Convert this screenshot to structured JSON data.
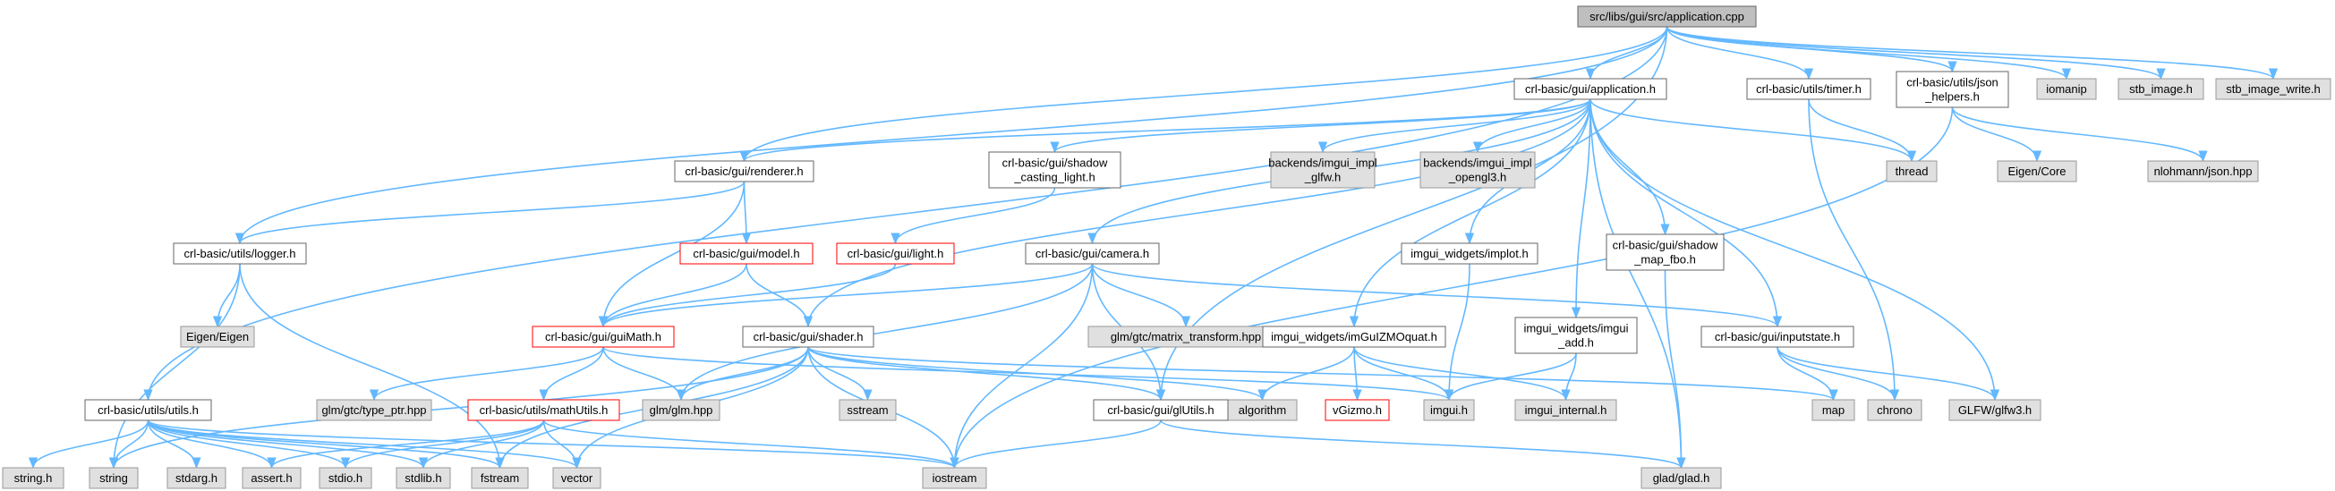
{
  "title": "src/libs/gui/src/application.cpp",
  "colors": {
    "edge": "#63b8ff",
    "root_fill": "#bfbfbf",
    "doc_fill": "#ffffff",
    "doc_border": "#666666",
    "system_fill": "#e0e0e0",
    "system_border": "#999999",
    "missing_border": "#ff0000"
  },
  "nodes": {
    "root": {
      "label": "src/libs/gui/src/application.cpp",
      "kind": "root"
    },
    "app_h": {
      "label": "crl-basic/gui/application.h",
      "kind": "doc"
    },
    "timer_h": {
      "label": "crl-basic/utils/timer.h",
      "kind": "doc"
    },
    "json_helpers": {
      "label": [
        "crl-basic/utils/json",
        "_helpers.h"
      ],
      "kind": "doc"
    },
    "iomanip": {
      "label": "iomanip",
      "kind": "system"
    },
    "stb_image_h": {
      "label": "stb_image.h",
      "kind": "system"
    },
    "stb_image_write_h": {
      "label": "stb_image_write.h",
      "kind": "system"
    },
    "renderer_h": {
      "label": "crl-basic/gui/renderer.h",
      "kind": "doc"
    },
    "shadow_casting": {
      "label": [
        "crl-basic/gui/shadow",
        "_casting_light.h"
      ],
      "kind": "doc"
    },
    "imgui_impl_glfw": {
      "label": [
        "backends/imgui_impl",
        "_glfw.h"
      ],
      "kind": "system"
    },
    "imgui_impl_opengl3": {
      "label": [
        "backends/imgui_impl",
        "_opengl3.h"
      ],
      "kind": "system"
    },
    "thread": {
      "label": "thread",
      "kind": "system"
    },
    "eigen_core": {
      "label": "Eigen/Core",
      "kind": "system"
    },
    "nlohmann_json": {
      "label": "nlohmann/json.hpp",
      "kind": "system"
    },
    "logger_h": {
      "label": "crl-basic/utils/logger.h",
      "kind": "doc"
    },
    "model_h": {
      "label": "crl-basic/gui/model.h",
      "kind": "missing"
    },
    "light_h": {
      "label": "crl-basic/gui/light.h",
      "kind": "missing"
    },
    "camera_h": {
      "label": "crl-basic/gui/camera.h",
      "kind": "doc"
    },
    "implot_h": {
      "label": "imgui_widgets/implot.h",
      "kind": "doc"
    },
    "shadow_map_fbo": {
      "label": [
        "crl-basic/gui/shadow",
        "_map_fbo.h"
      ],
      "kind": "doc"
    },
    "eigen_eigen": {
      "label": "Eigen/Eigen",
      "kind": "system"
    },
    "guimath_h": {
      "label": "crl-basic/gui/guiMath.h",
      "kind": "missing"
    },
    "shader_h": {
      "label": "crl-basic/gui/shader.h",
      "kind": "doc"
    },
    "glm_matrix_transform": {
      "label": "glm/gtc/matrix_transform.hpp",
      "kind": "system"
    },
    "imguizmoquat_h": {
      "label": "imgui_widgets/imGuIZMOquat.h",
      "kind": "doc"
    },
    "imgui_add_h": {
      "label": [
        "imgui_widgets/imgui",
        "_add.h"
      ],
      "kind": "doc"
    },
    "inputstate_h": {
      "label": "crl-basic/gui/inputstate.h",
      "kind": "doc"
    },
    "glm_type_ptr": {
      "label": "glm/gtc/type_ptr.hpp",
      "kind": "system"
    },
    "glm_glm": {
      "label": "glm/glm.hpp",
      "kind": "system"
    },
    "sstream": {
      "label": "sstream",
      "kind": "system"
    },
    "algorithm": {
      "label": "algorithm",
      "kind": "system"
    },
    "vgizmo_h": {
      "label": "vGizmo.h",
      "kind": "missing"
    },
    "imgui_h": {
      "label": "imgui.h",
      "kind": "system"
    },
    "imgui_internal_h": {
      "label": "imgui_internal.h",
      "kind": "system"
    },
    "map": {
      "label": "map",
      "kind": "system"
    },
    "chrono": {
      "label": "chrono",
      "kind": "system"
    },
    "glfw3_h": {
      "label": "GLFW/glfw3.h",
      "kind": "system"
    },
    "utils_h": {
      "label": "crl-basic/utils/utils.h",
      "kind": "doc"
    },
    "mathutils_h": {
      "label": "crl-basic/utils/mathUtils.h",
      "kind": "missing"
    },
    "glutils_h": {
      "label": "crl-basic/gui/glUtils.h",
      "kind": "doc"
    },
    "string_h": {
      "label": "string.h",
      "kind": "system"
    },
    "string": {
      "label": "string",
      "kind": "system"
    },
    "stdarg_h": {
      "label": "stdarg.h",
      "kind": "system"
    },
    "assert_h": {
      "label": "assert.h",
      "kind": "system"
    },
    "stdio_h": {
      "label": "stdio.h",
      "kind": "system"
    },
    "stdlib_h": {
      "label": "stdlib.h",
      "kind": "system"
    },
    "fstream": {
      "label": "fstream",
      "kind": "system"
    },
    "vector": {
      "label": "vector",
      "kind": "system"
    },
    "iostream": {
      "label": "iostream",
      "kind": "system"
    },
    "glad_h": {
      "label": "glad/glad.h",
      "kind": "system"
    }
  },
  "edges": [
    [
      "root",
      "app_h"
    ],
    [
      "root",
      "timer_h"
    ],
    [
      "root",
      "json_helpers"
    ],
    [
      "root",
      "iomanip"
    ],
    [
      "root",
      "stb_image_h"
    ],
    [
      "root",
      "stb_image_write_h"
    ],
    [
      "root",
      "renderer_h"
    ],
    [
      "root",
      "logger_h"
    ],
    [
      "root",
      "utils_h"
    ],
    [
      "root",
      "glutils_h"
    ],
    [
      "app_h",
      "renderer_h"
    ],
    [
      "app_h",
      "shadow_casting"
    ],
    [
      "app_h",
      "imgui_impl_glfw"
    ],
    [
      "app_h",
      "imgui_impl_opengl3"
    ],
    [
      "app_h",
      "thread"
    ],
    [
      "app_h",
      "camera_h"
    ],
    [
      "app_h",
      "shader_h"
    ],
    [
      "app_h",
      "implot_h"
    ],
    [
      "app_h",
      "shadow_map_fbo"
    ],
    [
      "app_h",
      "imguizmoquat_h"
    ],
    [
      "app_h",
      "imgui_add_h"
    ],
    [
      "app_h",
      "inputstate_h"
    ],
    [
      "app_h",
      "glfw3_h"
    ],
    [
      "app_h",
      "glad_h"
    ],
    [
      "timer_h",
      "thread"
    ],
    [
      "timer_h",
      "chrono"
    ],
    [
      "json_helpers",
      "eigen_core"
    ],
    [
      "json_helpers",
      "nlohmann_json"
    ],
    [
      "json_helpers",
      "iostream"
    ],
    [
      "renderer_h",
      "logger_h"
    ],
    [
      "renderer_h",
      "model_h"
    ],
    [
      "renderer_h",
      "guimath_h"
    ],
    [
      "shadow_casting",
      "light_h"
    ],
    [
      "logger_h",
      "eigen_eigen"
    ],
    [
      "logger_h",
      "string"
    ],
    [
      "logger_h",
      "fstream"
    ],
    [
      "model_h",
      "guimath_h"
    ],
    [
      "model_h",
      "shader_h"
    ],
    [
      "light_h",
      "guimath_h"
    ],
    [
      "camera_h",
      "guimath_h"
    ],
    [
      "camera_h",
      "glm_matrix_transform"
    ],
    [
      "camera_h",
      "inputstate_h"
    ],
    [
      "camera_h",
      "glm_glm"
    ],
    [
      "camera_h",
      "iostream"
    ],
    [
      "camera_h",
      "glutils_h"
    ],
    [
      "implot_h",
      "imgui_h"
    ],
    [
      "shadow_map_fbo",
      "glad_h"
    ],
    [
      "guimath_h",
      "glm_type_ptr"
    ],
    [
      "guimath_h",
      "glm_glm"
    ],
    [
      "guimath_h",
      "mathutils_h"
    ],
    [
      "guimath_h",
      "imgui_h"
    ],
    [
      "shader_h",
      "glm_glm"
    ],
    [
      "shader_h",
      "sstream"
    ],
    [
      "shader_h",
      "algorithm"
    ],
    [
      "shader_h",
      "glutils_h"
    ],
    [
      "shader_h",
      "iostream"
    ],
    [
      "shader_h",
      "fstream"
    ],
    [
      "shader_h",
      "vector"
    ],
    [
      "shader_h",
      "string"
    ],
    [
      "shader_h",
      "map"
    ],
    [
      "imguizmoquat_h",
      "algorithm"
    ],
    [
      "imguizmoquat_h",
      "vgizmo_h"
    ],
    [
      "imguizmoquat_h",
      "imgui_h"
    ],
    [
      "imguizmoquat_h",
      "imgui_internal_h"
    ],
    [
      "imgui_add_h",
      "imgui_h"
    ],
    [
      "imgui_add_h",
      "imgui_internal_h"
    ],
    [
      "inputstate_h",
      "map"
    ],
    [
      "inputstate_h",
      "chrono"
    ],
    [
      "inputstate_h",
      "glfw3_h"
    ],
    [
      "utils_h",
      "string_h"
    ],
    [
      "utils_h",
      "string"
    ],
    [
      "utils_h",
      "stdarg_h"
    ],
    [
      "utils_h",
      "assert_h"
    ],
    [
      "utils_h",
      "stdio_h"
    ],
    [
      "utils_h",
      "stdlib_h"
    ],
    [
      "utils_h",
      "fstream"
    ],
    [
      "utils_h",
      "vector"
    ],
    [
      "utils_h",
      "iostream"
    ],
    [
      "mathutils_h",
      "assert_h"
    ],
    [
      "mathutils_h",
      "stdio_h"
    ],
    [
      "mathutils_h",
      "stdlib_h"
    ],
    [
      "mathutils_h",
      "vector"
    ],
    [
      "mathutils_h",
      "iostream"
    ],
    [
      "glutils_h",
      "iostream"
    ],
    [
      "glutils_h",
      "glad_h"
    ]
  ]
}
